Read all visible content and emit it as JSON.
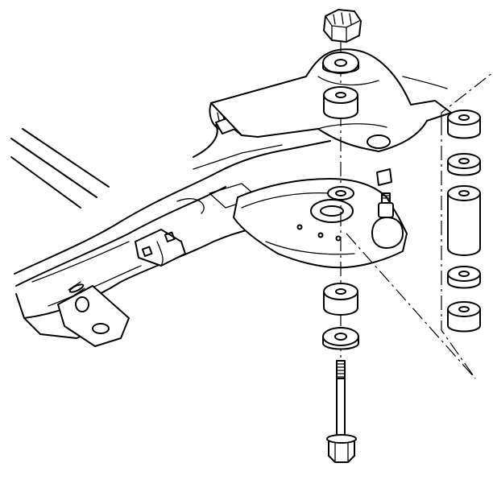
{
  "diagram": {
    "parts": [
      {
        "name": "crossmember-frame",
        "icon": "frame-crossmember-drawing"
      },
      {
        "name": "lower-control-arm",
        "icon": "control-arm-drawing"
      },
      {
        "name": "ball-joint",
        "icon": "ball-joint-drawing"
      },
      {
        "name": "retaining-nut",
        "icon": "hex-nut-drawing"
      },
      {
        "name": "upper-washer",
        "icon": "washer-drawing"
      },
      {
        "name": "upper-bushing",
        "icon": "bushing-drawing"
      },
      {
        "name": "lower-bushing",
        "icon": "bushing-drawing"
      },
      {
        "name": "lower-washer",
        "icon": "washer-drawing"
      },
      {
        "name": "stabilizer-link-bolt",
        "icon": "bolt-drawing"
      },
      {
        "name": "stabilizer-link-spacer",
        "icon": "spacer-sleeve-drawing"
      },
      {
        "name": "stabilizer-bar-clamp",
        "icon": "bracket-clamp-drawing"
      }
    ],
    "line_color": "#000000",
    "background": "#ffffff"
  }
}
